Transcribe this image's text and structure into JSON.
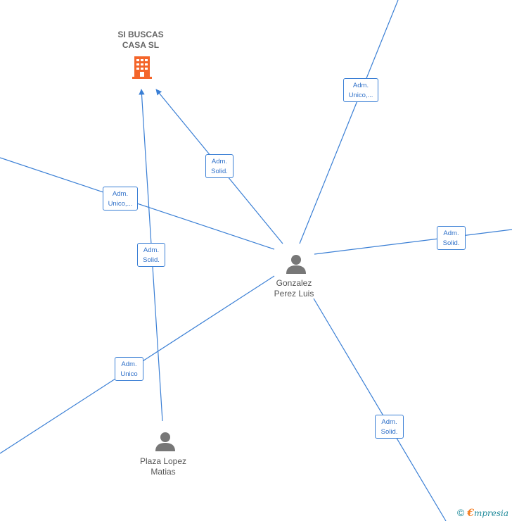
{
  "company": {
    "name_line1": "SI BUSCAS",
    "name_line2": "CASA  SL",
    "icon": "building-icon",
    "color": "#f4652a"
  },
  "persons": [
    {
      "id": "gonzalez",
      "line1": "Gonzalez",
      "line2": "Perez Luis",
      "icon": "person-icon"
    },
    {
      "id": "plaza",
      "line1": "Plaza Lopez",
      "line2": "Matias",
      "icon": "person-icon"
    }
  ],
  "edge_labels": [
    {
      "id": "top-right",
      "line1": "Adm.",
      "line2": "Unico,..."
    },
    {
      "id": "gonzalez-company",
      "line1": "Adm.",
      "line2": "Solid."
    },
    {
      "id": "left-upper",
      "line1": "Adm.",
      "line2": "Unico,..."
    },
    {
      "id": "plaza-company",
      "line1": "Adm.",
      "line2": "Solid."
    },
    {
      "id": "right",
      "line1": "Adm.",
      "line2": "Solid."
    },
    {
      "id": "left-lower",
      "line1": "Adm.",
      "line2": "Unico"
    },
    {
      "id": "bottom-right",
      "line1": "Adm.",
      "line2": "Solid."
    }
  ],
  "footer": {
    "copyright": "©",
    "brand_first": "€",
    "brand_rest": "mpresia"
  },
  "colors": {
    "edge": "#3a7fd5",
    "person": "#777777"
  }
}
